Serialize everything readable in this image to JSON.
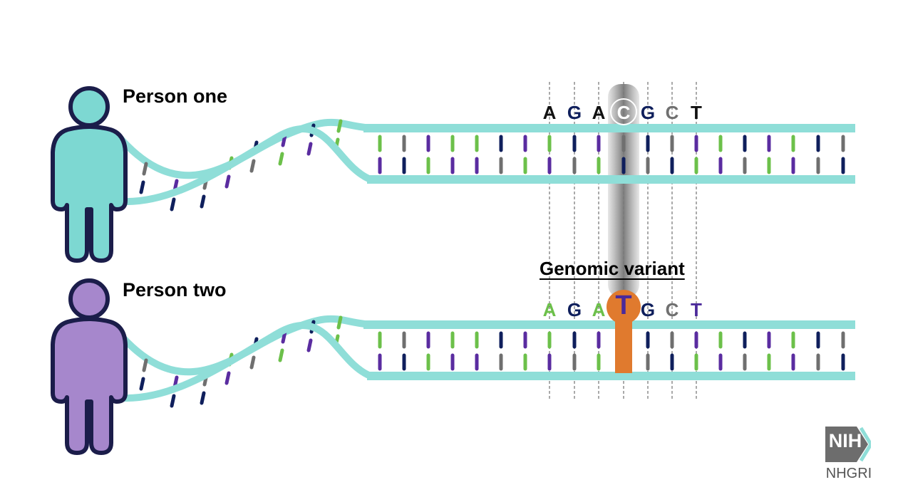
{
  "labels": {
    "person_one": "Person one",
    "person_two": "Person two",
    "variant": "Genomic variant"
  },
  "sequences": {
    "person_one": [
      {
        "base": "A",
        "color": "#111111"
      },
      {
        "base": "G",
        "color": "#0f1f5c"
      },
      {
        "base": "A",
        "color": "#111111"
      },
      {
        "base": "C",
        "color": "#ffffff",
        "circled": true
      },
      {
        "base": "G",
        "color": "#0f1f5c"
      },
      {
        "base": "C",
        "color": "#707070"
      },
      {
        "base": "T",
        "color": "#111111"
      }
    ],
    "person_two": [
      {
        "base": "A",
        "color": "#6cc04a"
      },
      {
        "base": "G",
        "color": "#0f1f5c"
      },
      {
        "base": "A",
        "color": "#6cc04a"
      },
      {
        "base": "T",
        "color": "#4b2a9a",
        "variant": true
      },
      {
        "base": "G",
        "color": "#0f1f5c"
      },
      {
        "base": "C",
        "color": "#707070"
      },
      {
        "base": "T",
        "color": "#4b2a9a"
      }
    ]
  },
  "logo": {
    "brand": "NIH",
    "subtitle": "NHGRI"
  },
  "colors": {
    "strand": "#8fded8",
    "strand_dark": "#6cccc5",
    "person_one_fill": "#7dd8d2",
    "person_two_fill": "#a687cc",
    "outline": "#1b1d4a",
    "green": "#6cc04a",
    "purple": "#5a2ca0",
    "navy": "#0f1f5c",
    "gray": "#6f6f6f",
    "variant_orange": "#e07a2e",
    "logo_gray": "#6d6d6d",
    "logo_accent": "#8fded8"
  }
}
